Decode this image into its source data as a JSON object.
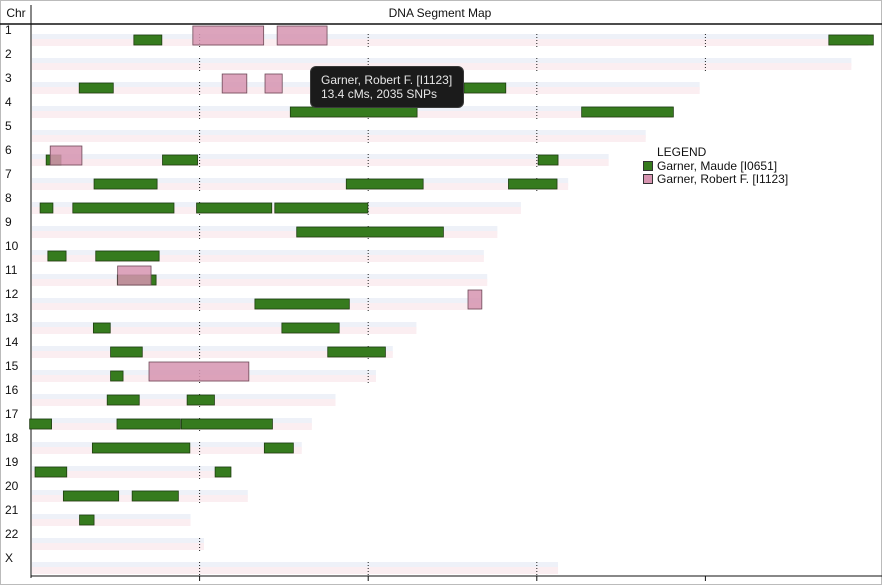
{
  "chart_data": {
    "type": "segment-map",
    "title": "DNA Segment Map",
    "y_header": "Chr",
    "axis_max": 250,
    "chromosomes": [
      {
        "label": "1",
        "length": 248
      },
      {
        "label": "2",
        "length": 243
      },
      {
        "label": "3",
        "length": 198
      },
      {
        "label": "4",
        "length": 190
      },
      {
        "label": "5",
        "length": 182
      },
      {
        "label": "6",
        "length": 171
      },
      {
        "label": "7",
        "length": 159
      },
      {
        "label": "8",
        "length": 145
      },
      {
        "label": "9",
        "length": 138
      },
      {
        "label": "10",
        "length": 134
      },
      {
        "label": "11",
        "length": 135
      },
      {
        "label": "12",
        "length": 133
      },
      {
        "label": "13",
        "length": 114
      },
      {
        "label": "14",
        "length": 107
      },
      {
        "label": "15",
        "length": 102
      },
      {
        "label": "16",
        "length": 90
      },
      {
        "label": "17",
        "length": 83
      },
      {
        "label": "18",
        "length": 80
      },
      {
        "label": "19",
        "length": 59
      },
      {
        "label": "20",
        "length": 64
      },
      {
        "label": "21",
        "length": 47
      },
      {
        "label": "22",
        "length": 51
      },
      {
        "label": "X",
        "length": 156
      }
    ],
    "series": [
      {
        "name": "Garner, Maude [I0651]",
        "color": "#367b1e",
        "segments": [
          {
            "chr": "1",
            "start": 30.5,
            "end": 38.8
          },
          {
            "chr": "1",
            "start": 236.6,
            "end": 249.8
          },
          {
            "chr": "3",
            "start": 14.3,
            "end": 24.4
          },
          {
            "chr": "3",
            "start": 128.4,
            "end": 140.8
          },
          {
            "chr": "4",
            "start": 76.9,
            "end": 114.5
          },
          {
            "chr": "4",
            "start": 163.3,
            "end": 190.5
          },
          {
            "chr": "6",
            "start": 4.5,
            "end": 8.9
          },
          {
            "chr": "6",
            "start": 39.0,
            "end": 49.4
          },
          {
            "chr": "6",
            "start": 150.4,
            "end": 156.3
          },
          {
            "chr": "7",
            "start": 18.7,
            "end": 37.4
          },
          {
            "chr": "7",
            "start": 93.5,
            "end": 116.3
          },
          {
            "chr": "7",
            "start": 141.6,
            "end": 156.0
          },
          {
            "chr": "8",
            "start": 2.7,
            "end": 6.5
          },
          {
            "chr": "8",
            "start": 12.4,
            "end": 42.4
          },
          {
            "chr": "8",
            "start": 49.1,
            "end": 71.4
          },
          {
            "chr": "8",
            "start": 72.3,
            "end": 99.9
          },
          {
            "chr": "9",
            "start": 78.8,
            "end": 122.3
          },
          {
            "chr": "10",
            "start": 5.0,
            "end": 10.4
          },
          {
            "chr": "10",
            "start": 19.2,
            "end": 38.0
          },
          {
            "chr": "11",
            "start": 25.6,
            "end": 37.1
          },
          {
            "chr": "12",
            "start": 66.4,
            "end": 94.4
          },
          {
            "chr": "13",
            "start": 18.5,
            "end": 23.5
          },
          {
            "chr": "13",
            "start": 74.4,
            "end": 91.4
          },
          {
            "chr": "14",
            "start": 23.6,
            "end": 33.0
          },
          {
            "chr": "14",
            "start": 88.0,
            "end": 105.1
          },
          {
            "chr": "15",
            "start": 23.6,
            "end": 27.3
          },
          {
            "chr": "16",
            "start": 22.6,
            "end": 32.1
          },
          {
            "chr": "16",
            "start": 46.3,
            "end": 54.4
          },
          {
            "chr": "17",
            "start": -0.4,
            "end": 6.1
          },
          {
            "chr": "17",
            "start": 25.5,
            "end": 44.3
          },
          {
            "chr": "17",
            "start": 44.6,
            "end": 71.6
          },
          {
            "chr": "18",
            "start": 18.2,
            "end": 47.1
          },
          {
            "chr": "18",
            "start": 69.2,
            "end": 77.8
          },
          {
            "chr": "19",
            "start": 1.2,
            "end": 10.6
          },
          {
            "chr": "19",
            "start": 54.6,
            "end": 59.3
          },
          {
            "chr": "20",
            "start": 9.6,
            "end": 26.0
          },
          {
            "chr": "20",
            "start": 30.0,
            "end": 43.7
          },
          {
            "chr": "21",
            "start": 14.4,
            "end": 18.7
          }
        ]
      },
      {
        "name": "Garner, Robert F. [I1123]",
        "color": "#d694b0",
        "segments": [
          {
            "chr": "1",
            "start": 48.0,
            "end": 69.0
          },
          {
            "chr": "1",
            "start": 73.0,
            "end": 87.8
          },
          {
            "chr": "3",
            "start": 56.7,
            "end": 64.0
          },
          {
            "chr": "3",
            "start": 69.4,
            "end": 74.5
          },
          {
            "chr": "6",
            "start": 5.7,
            "end": 15.1
          },
          {
            "chr": "11",
            "start": 25.7,
            "end": 35.6
          },
          {
            "chr": "12",
            "start": 129.6,
            "end": 133.7
          },
          {
            "chr": "15",
            "start": 35.0,
            "end": 64.6
          }
        ]
      }
    ],
    "legend": {
      "title": "LEGEND",
      "position": "right"
    },
    "tooltip": {
      "line1": "Garner, Robert F. [I1123]",
      "line2": "13.4 cMs, 2035 SNPs"
    }
  }
}
